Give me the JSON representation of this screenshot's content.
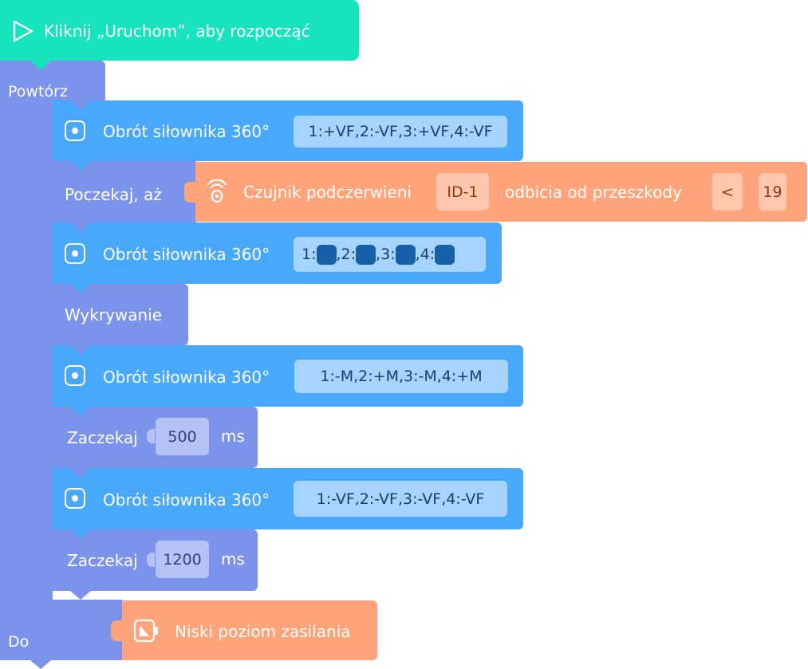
{
  "start_block": {
    "label": "Kliknij „Uruchom”, aby rozpocząć",
    "color": "#17e4bd"
  },
  "repeat_block": {
    "label": "Powtórz",
    "until_label": "Do",
    "color": "#7b93ea"
  },
  "servo_blocks": [
    {
      "label": "Obrót siłownika 360°",
      "value": "1:+VF,2:-VF,3:+VF,4:-VF"
    },
    {
      "label": "Obrót siłownika 360°",
      "value_parts": [
        "1:",
        ",2:",
        ",3:",
        ",4:"
      ],
      "swatch_color": "#1560a8"
    },
    {
      "label": "Obrót siłownika 360°",
      "value": "1:-M,2:+M,3:-M,4:+M"
    },
    {
      "label": "Obrót siłownika 360°",
      "value": "1:-VF,2:-VF,3:-VF,4:-VF"
    }
  ],
  "wait_until_block": {
    "label": "Poczekaj, aż",
    "sensor_label": "Czujnik podczerwieni",
    "sensor_id": "ID-1",
    "sensor_property": "odbicia od przeszkody",
    "operator": "<",
    "threshold": "19"
  },
  "detect_block": {
    "label": "Wykrywanie"
  },
  "wait_blocks": [
    {
      "label": "Zaczekaj",
      "value": "500",
      "unit": "ms"
    },
    {
      "label": "Zaczekaj",
      "value": "1200",
      "unit": "ms"
    }
  ],
  "battery_block": {
    "label": "Niski poziom zasilania"
  },
  "colors": {
    "blue": "#48a8fb",
    "purple": "#7b93ea",
    "orange": "#ffa47a",
    "green": "#17e4bd"
  }
}
